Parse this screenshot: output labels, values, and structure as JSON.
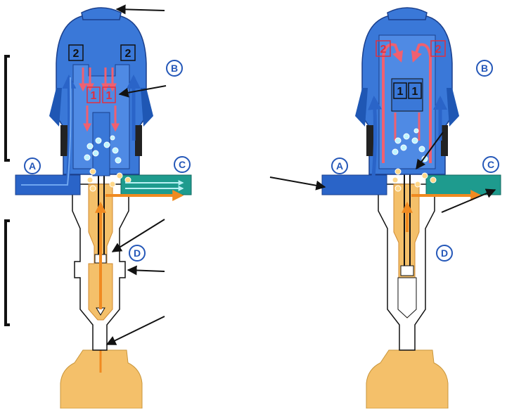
{
  "colors": {
    "housing_blue": "#3a78d8",
    "housing_dark": "#1f57b4",
    "flow_blue": "#2a64c8",
    "flow_red": "#f06070",
    "label_red": "#e03040",
    "orange": "#f08a20",
    "bottle": "#f4c06a",
    "teal": "#1e9b8e",
    "label_circle": "#2457b8",
    "arrow": "#111111"
  },
  "labels": {
    "left": {
      "a": "A",
      "b": "B",
      "c": "C",
      "d": "D",
      "top_left": "2",
      "top_right": "2",
      "inner_left": "1",
      "inner_right": "1"
    },
    "right": {
      "a": "A",
      "b": "B",
      "c": "C",
      "d": "D",
      "top_left": "2",
      "top_right": "2",
      "inner_left": "1",
      "inner_right": "1"
    }
  }
}
